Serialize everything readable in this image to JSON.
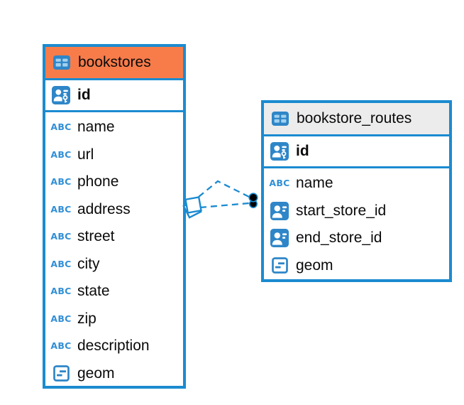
{
  "colors": {
    "accent_blue": "#1b8bd0",
    "icon_blue": "#2e86c8",
    "bookstores_header_bg": "#f87c4a",
    "routes_header_bg": "#ececec",
    "text": "#0a0a0a"
  },
  "icons": {
    "table": "table-grid-icon",
    "primary_key": "person-key-icon",
    "reference": "person-card-icon",
    "geometry": "geometry-box-icon",
    "text_glyph": "ABC"
  },
  "tables": [
    {
      "name": "bookstores",
      "primary_key": {
        "name": "id"
      },
      "columns": [
        {
          "name": "name",
          "type": "text"
        },
        {
          "name": "url",
          "type": "text"
        },
        {
          "name": "phone",
          "type": "text"
        },
        {
          "name": "address",
          "type": "text"
        },
        {
          "name": "street",
          "type": "text"
        },
        {
          "name": "city",
          "type": "text"
        },
        {
          "name": "state",
          "type": "text"
        },
        {
          "name": "zip",
          "type": "text"
        },
        {
          "name": "description",
          "type": "text"
        },
        {
          "name": "geom",
          "type": "geometry"
        }
      ]
    },
    {
      "name": "bookstore_routes",
      "primary_key": {
        "name": "id"
      },
      "columns": [
        {
          "name": "name",
          "type": "text"
        },
        {
          "name": "start_store_id",
          "type": "reference"
        },
        {
          "name": "end_store_id",
          "type": "reference"
        },
        {
          "name": "geom",
          "type": "geometry"
        }
      ]
    }
  ],
  "relationship": {
    "style": "dashed",
    "line_count": 2,
    "from_table": "bookstores",
    "to_table": "bookstore_routes",
    "source_marker": "double-diamond",
    "target_marker": "double-dot"
  }
}
